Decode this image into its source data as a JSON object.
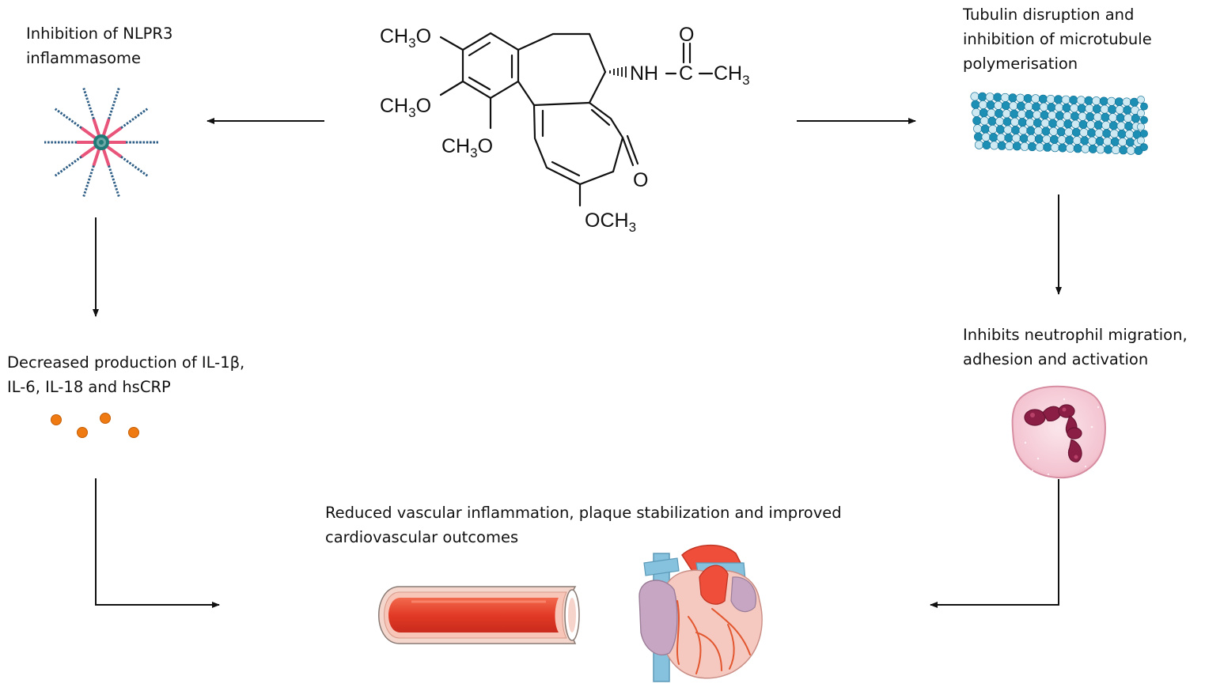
{
  "labels": {
    "nlrp3": [
      "Inhibition of NLPR3",
      "inflammasome"
    ],
    "tubulin": [
      "Tubulin disruption and",
      "inhibition of microtubule",
      "polymerisation"
    ],
    "cytokines": [
      "Decreased production of IL-1β,",
      "IL-6, IL-18 and hsCRP"
    ],
    "neutrophil": [
      "Inhibits neutrophil migration,",
      "adhesion and activation"
    ],
    "outcome": [
      "Reduced vascular inflammation, plaque stabilization and improved",
      "cardiovascular outcomes"
    ]
  },
  "chemistry": {
    "ch3o_1": "CH3O",
    "ch3o_2": "CH3O",
    "ch3o_3": "CH3O",
    "och3": "OCH3",
    "nh": "NH",
    "c": "C",
    "ch3": "CH3",
    "o_carbonyl": "O",
    "o_ketone": "O"
  },
  "colors": {
    "arrow": "#111111",
    "inflammasome_pink": "#e8547a",
    "inflammasome_blue": "#2f5e86",
    "inflammasome_core": "#1f7a78",
    "cytokine_orange": "#ef7a12",
    "tubulin_light": "#cfe9f3",
    "tubulin_dark": "#1d8fb5",
    "vessel_red": "#e8392b",
    "vessel_wall": "#f4d6cc",
    "heart_pink": "#f6c9c0",
    "heart_red": "#ef4f3a",
    "vein_blue": "#86c2de",
    "atrium_purple": "#c7a6c4",
    "neutrophil_cell": "#f7d3dc",
    "neutrophil_nucleus": "#8b1e45"
  },
  "icons": {
    "inflammasome": "inflammasome-icon",
    "cytokines": "cytokine-dots-icon",
    "tubulin": "microtubule-icon",
    "neutrophil": "neutrophil-icon",
    "vessel": "blood-vessel-icon",
    "heart": "heart-icon",
    "molecule": "colchicine-structure"
  }
}
